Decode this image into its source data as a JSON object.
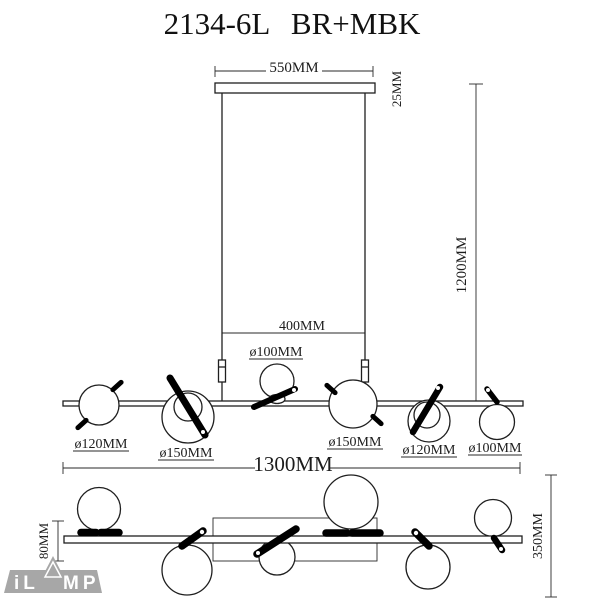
{
  "title": "2134-6L BR+MBK",
  "front_view": {
    "canopy_width": "550MM",
    "canopy_height": "25MM",
    "drop_height": "1200MM",
    "wire_spacing": "400MM",
    "total_length": "1300MM",
    "shade_diameters": [
      "ø120MM",
      "ø150MM",
      "ø100MM",
      "ø150MM",
      "ø120MM",
      "ø100MM"
    ]
  },
  "top_view": {
    "bar_depth": "80MM",
    "total_depth": "350MM"
  },
  "watermark": {
    "prefix": "iL",
    "suffix": "MP"
  },
  "colors": {
    "line": "#1f1f1f",
    "rod": "#000000",
    "watermark": "#a7a7a7"
  }
}
